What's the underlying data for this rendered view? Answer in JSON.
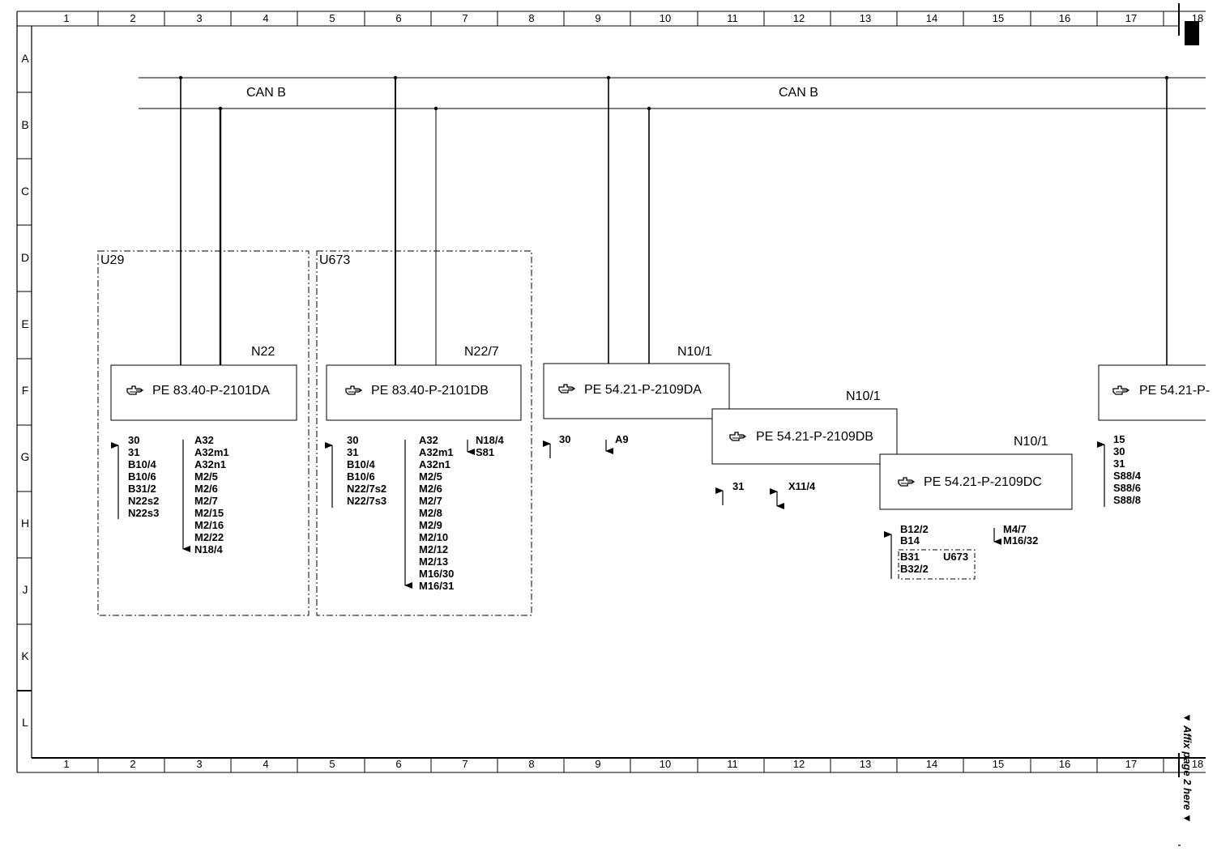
{
  "grid": {
    "columns": [
      "1",
      "2",
      "3",
      "4",
      "5",
      "6",
      "7",
      "8",
      "9",
      "10",
      "11",
      "12",
      "13",
      "14",
      "15",
      "16",
      "17",
      "18"
    ],
    "rows": [
      "A",
      "B",
      "C",
      "D",
      "E",
      "F",
      "G",
      "H",
      "J",
      "K",
      "L"
    ]
  },
  "bus": {
    "left_label": "CAN B",
    "right_label": "CAN B"
  },
  "groups": {
    "u29": "U29",
    "u673": "U673",
    "u673_small": "U673"
  },
  "modules": {
    "n22": {
      "name": "N22",
      "ref": "PE 83.40-P-2101DA"
    },
    "n22_7": {
      "name": "N22/7",
      "ref": "PE 83.40-P-2101DB"
    },
    "n10_1a": {
      "name": "N10/1",
      "ref": "PE 54.21-P-2109DA"
    },
    "n10_1b": {
      "name": "N10/1",
      "ref": "PE 54.21-P-2109DB"
    },
    "n10_1c": {
      "name": "N10/1",
      "ref": "PE 54.21-P-2109DC"
    },
    "right": {
      "ref": "PE 54.21-P-"
    }
  },
  "signals": {
    "n22_in": [
      "30",
      "31",
      "B10/4",
      "B10/6",
      "B31/2",
      "N22s2",
      "N22s3"
    ],
    "n22_out": [
      "A32",
      "A32m1",
      "A32n1",
      "M2/5",
      "M2/6",
      "M2/7",
      "M2/15",
      "M2/16",
      "M2/22",
      "N18/4"
    ],
    "n22_7_in": [
      "30",
      "31",
      "B10/4",
      "B10/6",
      "N22/7s2",
      "N22/7s3"
    ],
    "n22_7_out": [
      "A32",
      "A32m1",
      "A32n1",
      "M2/5",
      "M2/6",
      "M2/7",
      "M2/8",
      "M2/9",
      "M2/10",
      "M2/12",
      "M2/13",
      "M16/30",
      "M16/31"
    ],
    "n22_7_out2": [
      "N18/4",
      "S81"
    ],
    "n10a_in": [
      "30"
    ],
    "n10a_out": [
      "A9"
    ],
    "n10b_in": [
      "31"
    ],
    "n10b_bi": [
      "X11/4"
    ],
    "n10c_in": [
      "B12/2",
      "B14"
    ],
    "n10c_in_u673": [
      "B31",
      "B32/2"
    ],
    "n10c_out": [
      "M4/7",
      "M16/32"
    ],
    "right_in": [
      "15",
      "30",
      "31",
      "S88/4",
      "S88/6",
      "S88/8"
    ]
  },
  "side_note": "▼ Affix page 2 here ▼",
  "icons": {
    "reference": "pointing-hand-icon"
  }
}
